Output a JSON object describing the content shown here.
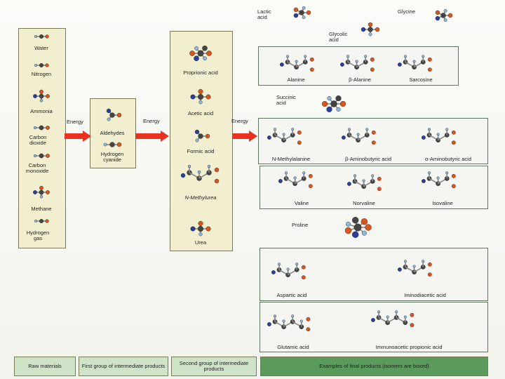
{
  "raw": {
    "items": [
      "Water",
      "Nitrogen",
      "Ammonia",
      "Carbon dioxide",
      "Carbon monoxide",
      "Methane",
      "Hydrogen gas"
    ]
  },
  "first": {
    "items": [
      "Aldehydes",
      "Hydrogen cyanide"
    ]
  },
  "second": {
    "items": [
      "Proprionic acid",
      "Acetic acid",
      "Formic acid",
      "N-Methylurea",
      "Urea"
    ]
  },
  "energy": [
    "Energy",
    "Energy",
    "Energy"
  ],
  "top": {
    "lactic": "Lactic acid",
    "glycine": "Glycine",
    "glycolic": "Glycolic acid",
    "succinic": "Succinic acid",
    "proline": "Proline"
  },
  "box1": [
    "Alanine",
    "β-Alanine",
    "Sarcosine"
  ],
  "box2": [
    "N-Methylalanine",
    "β-Aminobutyric acid",
    "α-Aminobutyric acid"
  ],
  "box3": [
    "Valine",
    "Norvaline",
    "Isovaline"
  ],
  "box4": [
    "Aspartic acid",
    "Iminodiacetic acid"
  ],
  "box5": [
    "Glutamic acid",
    "Immunoacetic propionic acid"
  ],
  "footer": [
    "Raw materials",
    "First group of intermediate products",
    "Second group of intermediate products",
    "Examples of final products (isomers are boxed)"
  ],
  "colors": {
    "arrow": "#e8321f",
    "carbon": "#444444",
    "oxygen": "#d8551e",
    "nitrogen": "#2a3f9a",
    "hydrogen": "#8fb8d8",
    "column_bg": "#f1efcf",
    "footer_bg": "#cfe3c9",
    "footer_final": "#5a9a5a"
  }
}
